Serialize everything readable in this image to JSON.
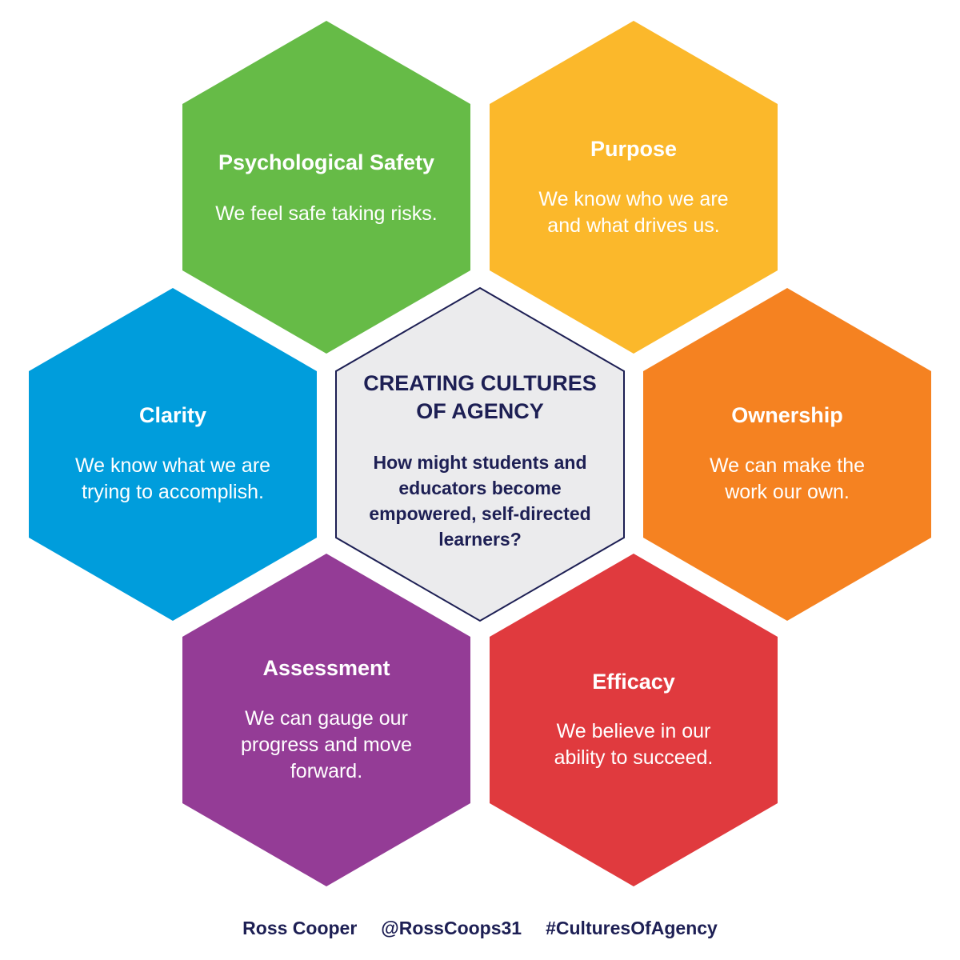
{
  "center": {
    "title_lines": [
      "CREATING CULTURES",
      "OF AGENCY"
    ],
    "question_lines": [
      "How might students and",
      "educators become",
      "empowered, self-directed",
      "learners?"
    ],
    "fill": "#ebebed",
    "border": "#1d1f54",
    "text_color": "#1d1f54"
  },
  "hexes": [
    {
      "id": "psychological-safety",
      "title": "Psychological Safety",
      "desc_lines": [
        "We feel safe taking risks."
      ],
      "color": "#66bb47"
    },
    {
      "id": "purpose",
      "title": "Purpose",
      "desc_lines": [
        "We know who we are",
        "and what drives us."
      ],
      "color": "#fbb82b"
    },
    {
      "id": "clarity",
      "title": "Clarity",
      "desc_lines": [
        "We know what we are",
        "trying to accomplish."
      ],
      "color": "#009ddc"
    },
    {
      "id": "ownership",
      "title": "Ownership",
      "desc_lines": [
        "We can make the",
        "work our own."
      ],
      "color": "#f58221"
    },
    {
      "id": "assessment",
      "title": "Assessment",
      "desc_lines": [
        "We can gauge our",
        "progress and move",
        "forward."
      ],
      "color": "#943c96"
    },
    {
      "id": "efficacy",
      "title": "Efficacy",
      "desc_lines": [
        "We believe in our",
        "ability to succeed."
      ],
      "color": "#e03a3e"
    }
  ],
  "footer": {
    "author": "Ross Cooper",
    "handle": "@RossCoops31",
    "hashtag": "#CulturesOfAgency",
    "text_color": "#1d1f54"
  }
}
